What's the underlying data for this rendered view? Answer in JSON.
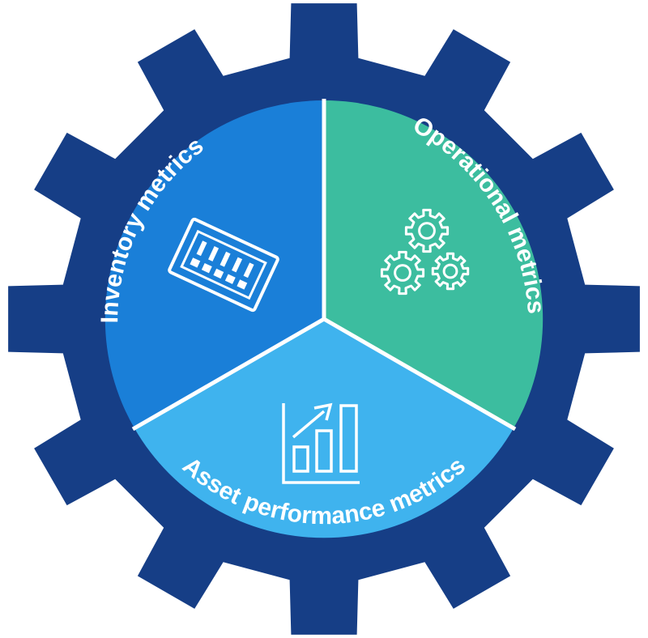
{
  "colors": {
    "gear": "#163E86",
    "inventory": "#1A7FD8",
    "operational": "#3CBD9F",
    "asset": "#3FB3EE",
    "divider": "#ffffff",
    "text": "#ffffff"
  },
  "segments": [
    {
      "id": "inventory",
      "label": "Inventory metrics",
      "icon": "keyboard-panel-icon"
    },
    {
      "id": "operational",
      "label": "Operational metrics",
      "icon": "gears-icon"
    },
    {
      "id": "asset",
      "label": "Asset performance metrics",
      "icon": "bar-chart-growth-icon"
    }
  ]
}
